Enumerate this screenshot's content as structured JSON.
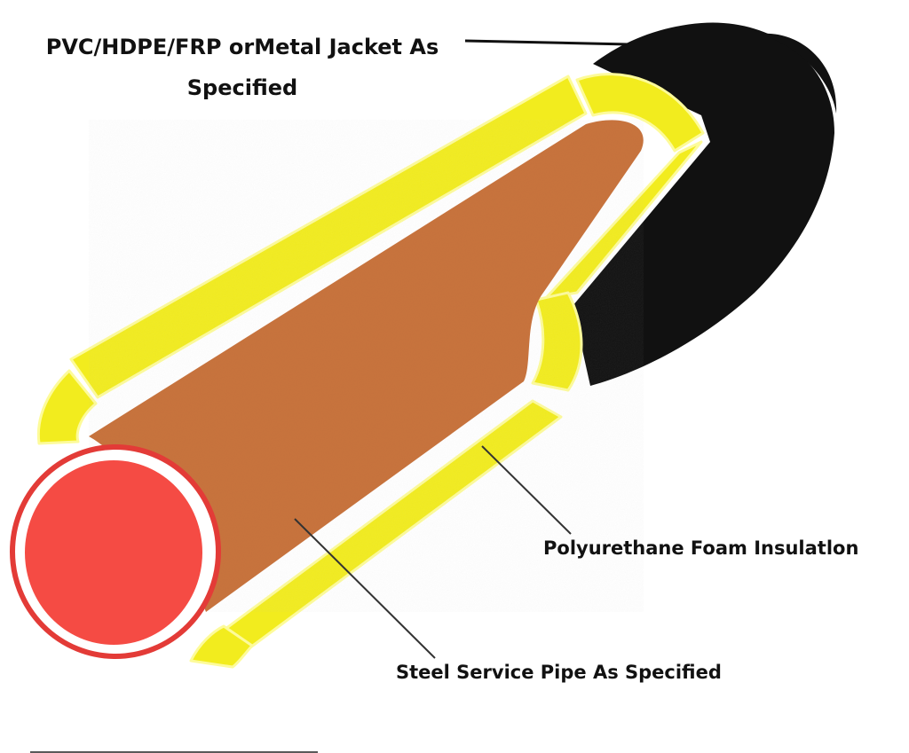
{
  "labels": {
    "jacket": "PVC/HDPE/FRP orMetal Jacket As Specified",
    "foam": "Polyurethane Foam Insulatlon",
    "pipe": "Steel Service Pipe As Specified"
  },
  "colors": {
    "jacket": "#111111",
    "foam": "#f2ec1e",
    "foam_highlight": "#fbf88a",
    "pipe": "#c8743e",
    "pipe_end": "#f54b44",
    "leader": "#333333"
  },
  "icons": [
    "pipe-cutaway-illustration"
  ]
}
